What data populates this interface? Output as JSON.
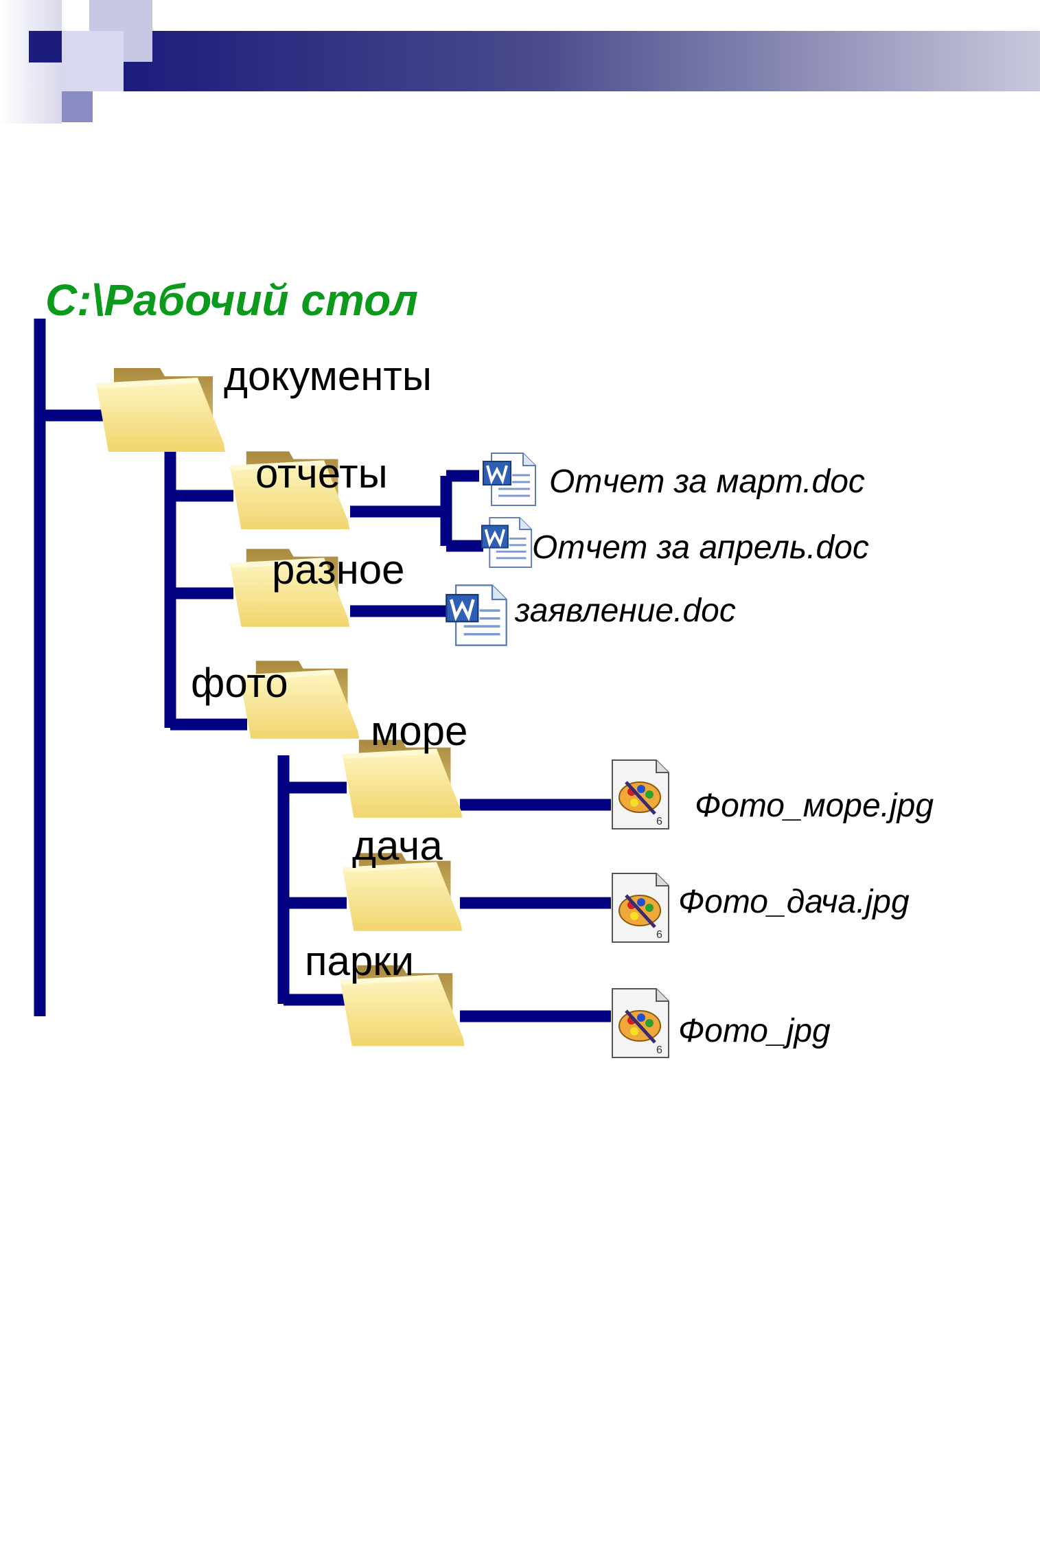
{
  "diagram": {
    "root_path": "C:\\Рабочий стол",
    "folders": {
      "documents": "документы",
      "reports": "отчеты",
      "misc": "разное",
      "photo": "фото",
      "sea": "море",
      "dacha": "дача",
      "parks": "парки"
    },
    "files": {
      "report_march": "Отчет за март.doc",
      "report_april": "Отчет за апрель.doc",
      "statement": "заявление.doc",
      "photo_sea": "Фото_море.jpg",
      "photo_dacha": "Фото_дача.jpg",
      "photo_parks": "Фото_jpg"
    }
  },
  "colors": {
    "tree_lines": "#000080",
    "root_path": "#0b9a1b",
    "header_dark": "#1c1c7c",
    "folder": "#f7e38c"
  },
  "icons": {
    "folder": "folder-icon",
    "word_document": "word-document-icon",
    "image_file": "image-file-icon"
  }
}
